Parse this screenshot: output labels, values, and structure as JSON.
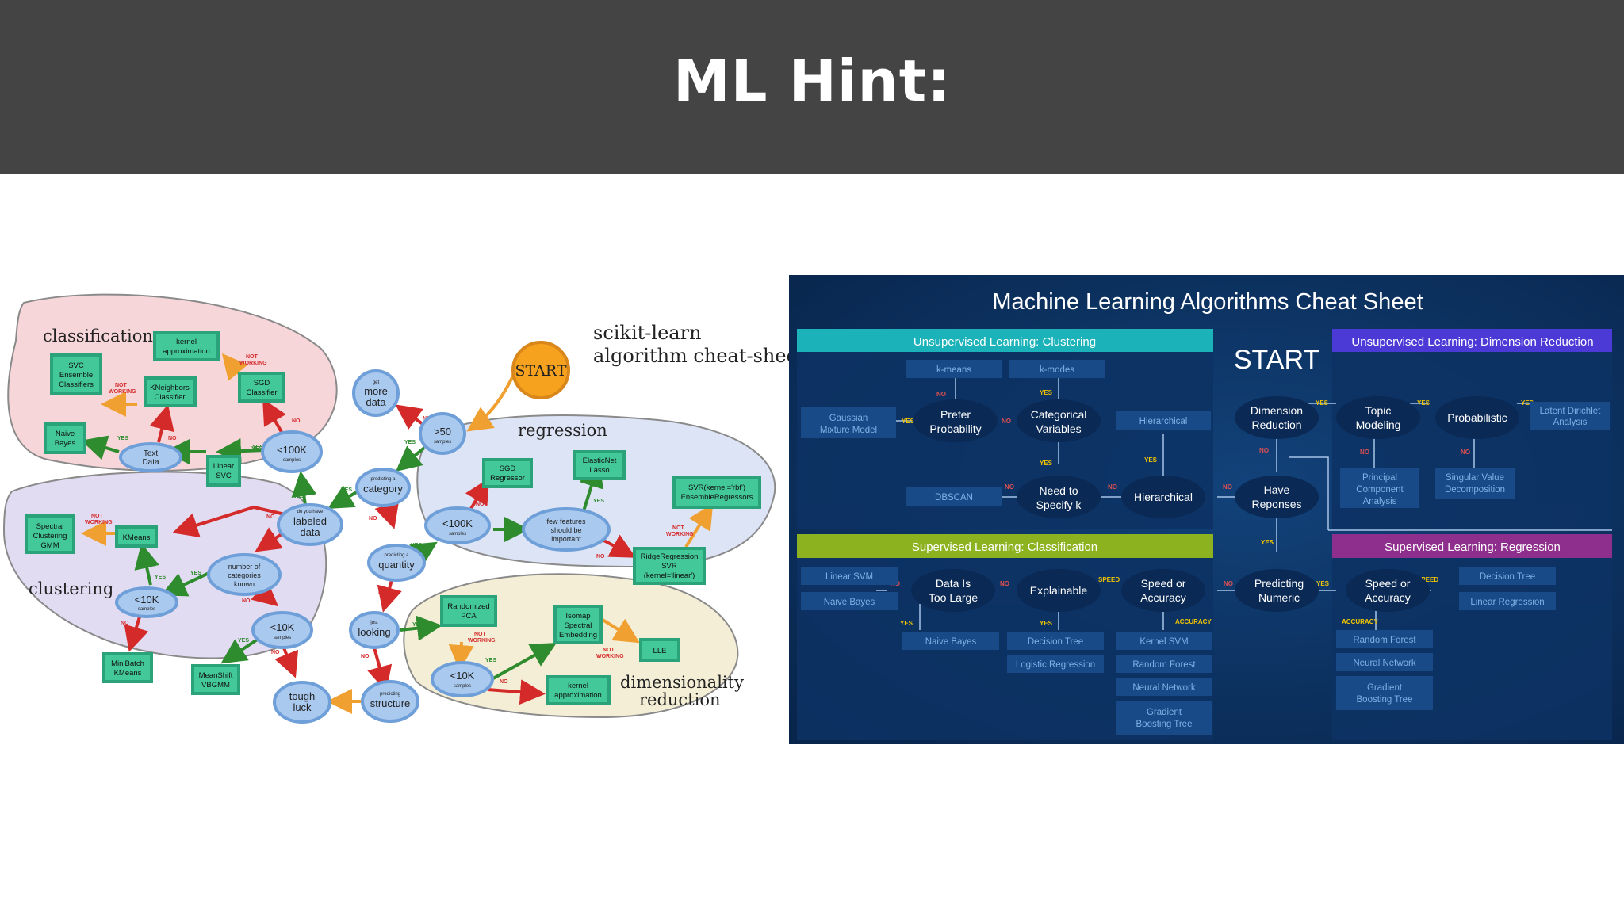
{
  "slide": {
    "title": "ML Hint:"
  },
  "colors": {
    "header_bg": "#444444",
    "sk_classification": "#f7d6d9",
    "sk_regression": "#dde4f6",
    "sk_clustering": "#e2dcf2",
    "sk_dimred": "#f4eed6",
    "sk_node": "#a9c9ef",
    "sk_box": "#43c89a",
    "sk_start": "#f6a21e",
    "arrow_yes": "#2e8b2e",
    "arrow_no": "#d42a2a",
    "arrow_notworking": "#f0a030",
    "az_bg": "#0b2c5b",
    "az_clustering": "#1bb3b9",
    "az_dimred": "#4b3ad6",
    "az_classification": "#8db21f",
    "az_regression": "#8f2f8d"
  },
  "sklearn": {
    "title_line1": "scikit-learn",
    "title_line2": "algorithm cheat-sheet",
    "regions": {
      "classification": "classification",
      "clustering": "clustering",
      "regression": "regression",
      "dimred_line1": "dimensionality",
      "dimred_line2": "reduction"
    },
    "nodes": {
      "start": "START",
      "more_data": {
        "small": "get",
        "l1": "more",
        "l2": "data"
      },
      "gt50": {
        "main": ">50",
        "small": "samples"
      },
      "category": {
        "small": "predicting a",
        "main": "category"
      },
      "labeled": {
        "small": "do you have",
        "l1": "labeled",
        "l2": "data"
      },
      "quantity": {
        "small": "predicting a",
        "main": "quantity"
      },
      "looking": {
        "small": "just",
        "main": "looking"
      },
      "structure": {
        "small": "predicting",
        "main": "structure"
      },
      "tough": {
        "l1": "tough",
        "l2": "luck"
      },
      "lt100k_c": {
        "main": "<100K",
        "small": "samples"
      },
      "text_data": {
        "l1": "Text",
        "l2": "Data"
      },
      "lt100k_r": {
        "main": "<100K",
        "small": "samples"
      },
      "few_features": {
        "l1": "few features",
        "l2": "should be",
        "l3": "important"
      },
      "num_cat": {
        "l1": "number of",
        "l2": "categories",
        "l3": "known"
      },
      "lt10k_cl": {
        "main": "<10K",
        "small": "samples"
      },
      "lt10k_cl2": {
        "main": "<10K",
        "small": "samples"
      },
      "lt10k_dr": {
        "main": "<10K",
        "small": "samples"
      }
    },
    "boxes": {
      "kernel_approx_c": [
        "kernel",
        "approximation"
      ],
      "svc_ensemble": [
        "SVC",
        "Ensemble",
        "Classifiers"
      ],
      "kneighbors": [
        "KNeighbors",
        "Classifier"
      ],
      "sgd_classifier": [
        "SGD",
        "Classifier"
      ],
      "naive_bayes": [
        "Naive",
        "Bayes"
      ],
      "linear_svc": [
        "Linear",
        "SVC"
      ],
      "sgd_regressor": [
        "SGD",
        "Regressor"
      ],
      "elasticnet": [
        "ElasticNet",
        "Lasso"
      ],
      "svr_rbf": [
        "SVR(kernel='rbf')",
        "EnsembleRegressors"
      ],
      "ridge": [
        "RidgeRegression",
        "SVR",
        "(kernel='linear')"
      ],
      "spectral_gmm": [
        "Spectral",
        "Clustering",
        "GMM"
      ],
      "kmeans": [
        "KMeans"
      ],
      "minibatch": [
        "MiniBatch",
        "KMeans"
      ],
      "meanshift": [
        "MeanShift",
        "VBGMM"
      ],
      "randomized_pca": [
        "Randomized",
        "PCA"
      ],
      "isomap": [
        "Isomap",
        "Spectral",
        "Embedding"
      ],
      "lle": [
        "LLE"
      ],
      "kernel_approx_d": [
        "kernel",
        "approximation"
      ]
    },
    "labels": {
      "yes": "YES",
      "no": "NO",
      "not1": "NOT",
      "not2": "WORKING"
    }
  },
  "azure": {
    "title": "Machine Learning Algorithms Cheat Sheet",
    "start": "START",
    "headers": {
      "clustering": "Unsupervised Learning: Clustering",
      "dimred": "Unsupervised Learning: Dimension Reduction",
      "classification": "Supervised Learning: Classification",
      "regression": "Supervised Learning: Regression"
    },
    "nodes": {
      "prefer_prob": [
        "Prefer",
        "Probability"
      ],
      "cat_vars": [
        "Categorical",
        "Variables"
      ],
      "need_k": [
        "Need to",
        "Specify k"
      ],
      "hierarchical": [
        "Hierarchical"
      ],
      "dim_red": [
        "Dimension",
        "Reduction"
      ],
      "have_resp": [
        "Have",
        "Reponses"
      ],
      "topic": [
        "Topic",
        "Modeling"
      ],
      "probabilistic": [
        "Probabilistic"
      ],
      "pred_num": [
        "Predicting",
        "Numeric"
      ],
      "data_large": [
        "Data Is",
        "Too Large"
      ],
      "explainable": [
        "Explainable"
      ],
      "speed_acc_c": [
        "Speed or",
        "Accuracy"
      ],
      "speed_acc_r": [
        "Speed or",
        "Accuracy"
      ]
    },
    "boxes": {
      "kmeans": [
        "k-means"
      ],
      "kmodes": [
        "k-modes"
      ],
      "gmm": [
        "Gaussian",
        "Mixture Model"
      ],
      "hier_box": [
        "Hierarchical"
      ],
      "dbscan": [
        "DBSCAN"
      ],
      "lda": [
        "Latent Dirichlet",
        "Analysis"
      ],
      "pca": [
        "Principal",
        "Component",
        "Analysis"
      ],
      "svd": [
        "Singular Value",
        "Decomposition"
      ],
      "linear_svm": [
        "Linear SVM"
      ],
      "naive_bayes_a": [
        "Naive Bayes"
      ],
      "naive_bayes_b": [
        "Naive Bayes"
      ],
      "decision_tree_c": [
        "Decision Tree"
      ],
      "logistic": [
        "Logistic Regression"
      ],
      "kernel_svm": [
        "Kernel SVM"
      ],
      "random_forest_c": [
        "Random Forest"
      ],
      "neural_net_c": [
        "Neural Network"
      ],
      "gbt_c": [
        "Gradient",
        "Boosting Tree"
      ],
      "decision_tree_r": [
        "Decision Tree"
      ],
      "linear_reg": [
        "Linear Regression"
      ],
      "random_forest_r": [
        "Random Forest"
      ],
      "neural_net_r": [
        "Neural Network"
      ],
      "gbt_r": [
        "Gradient",
        "Boosting Tree"
      ]
    },
    "labels": {
      "yes": "YES",
      "no": "NO",
      "speed": "SPEED",
      "accuracy": "ACCURACY"
    }
  }
}
